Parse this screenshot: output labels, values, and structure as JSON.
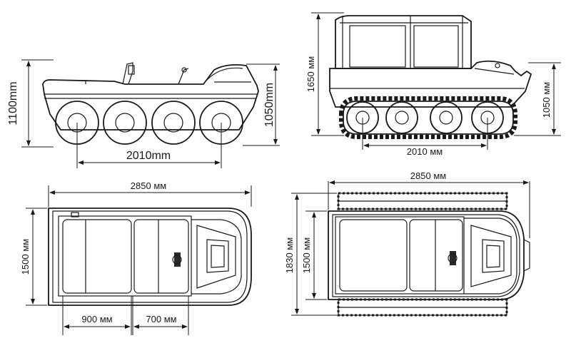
{
  "views": {
    "wheeled_side": {
      "height_total": "1100mm",
      "height_body": "1050mm",
      "wheelbase": "2010mm"
    },
    "tracked_side": {
      "height_total": "1650 мм",
      "height_body": "1050 мм",
      "wheelbase": "2010 мм"
    },
    "wheeled_top": {
      "length": "2850 мм",
      "width": "1500 мм",
      "seat_front": "900 мм",
      "seat_rear": "700 мм"
    },
    "tracked_top": {
      "length": "2850 мм",
      "width_total": "1830 мм",
      "width_body": "1500 мм"
    }
  },
  "colors": {
    "line": "#1a1a1a",
    "background": "#ffffff"
  }
}
